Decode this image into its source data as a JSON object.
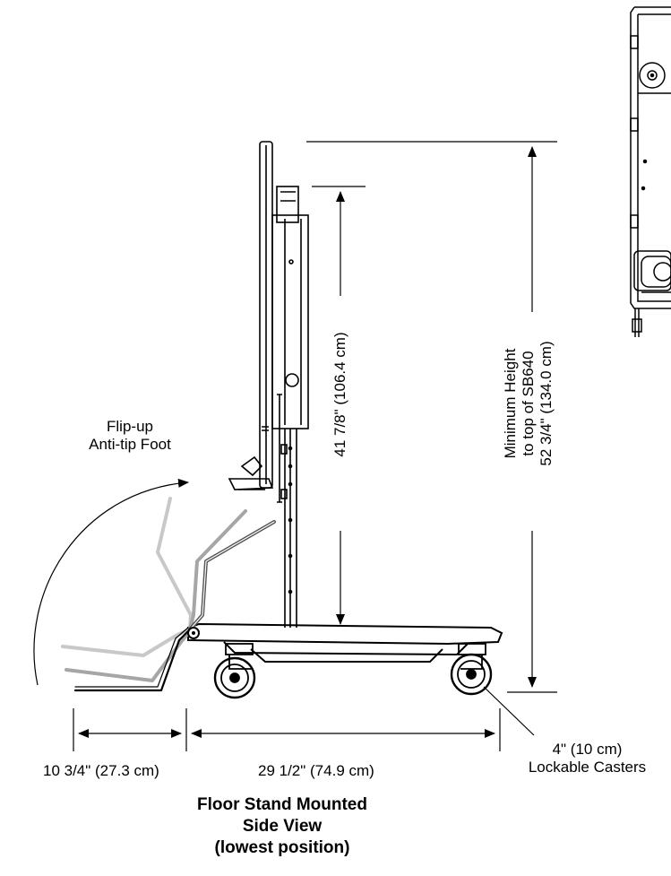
{
  "labels": {
    "flip_up_line1": "Flip-up",
    "flip_up_line2": "Anti-tip Foot",
    "min_height_line1": "Minimum Height",
    "min_height_line2": "to top of SB640",
    "min_height_line3": "52 3/4\" (134.0 cm)",
    "vertical_dim": "41 7/8\" (106.4 cm)",
    "foot_dim": "10 3/4\" (27.3 cm)",
    "base_dim": "29 1/2\" (74.9 cm)",
    "caster_line1": "4\" (10 cm)",
    "caster_line2": "Lockable Casters"
  },
  "caption": {
    "line1": "Floor Stand Mounted",
    "line2": "Side View",
    "line3": "(lowest position)"
  }
}
